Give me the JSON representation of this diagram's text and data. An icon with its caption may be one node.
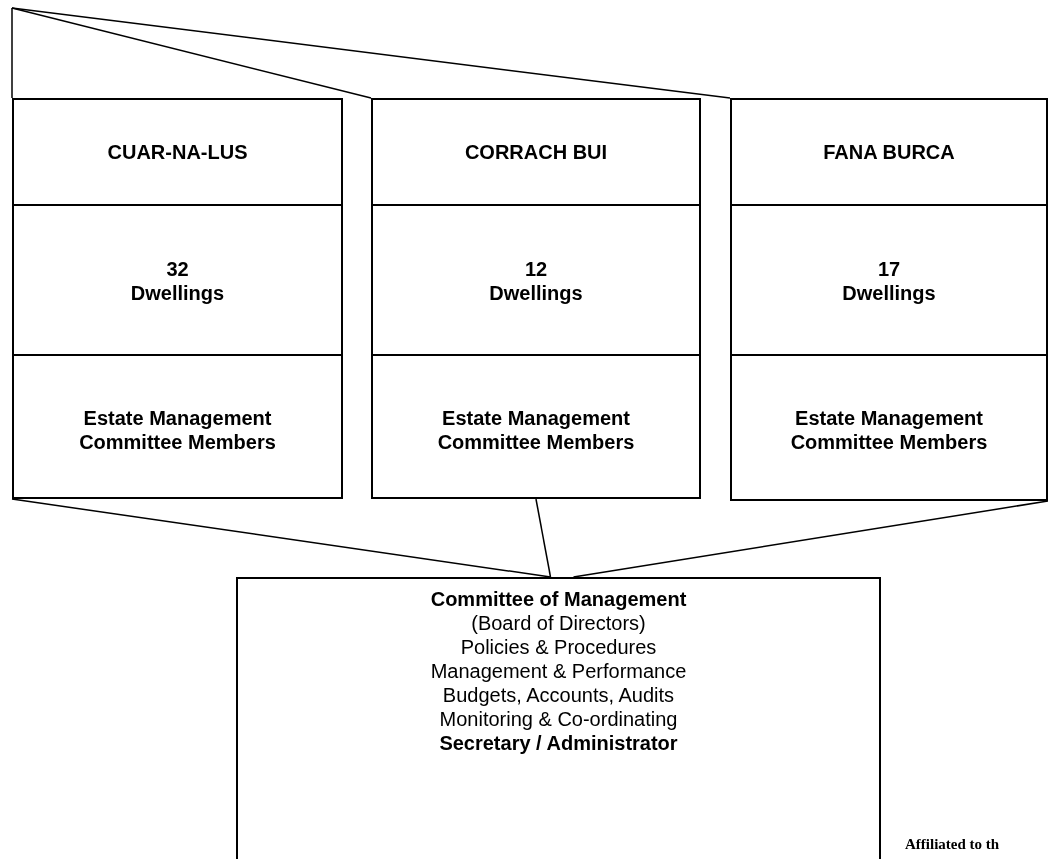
{
  "diagram": {
    "nodes": [
      {
        "text": [
          "CUAR-NA-LUS",
          "32 Dwellings",
          "Estate Management Committee Members"
        ]
      },
      {
        "text": [
          "CORRACH BUI",
          "12 Dwellings",
          "Estate Management Committee Members"
        ]
      },
      {
        "text": [
          "FANA BURCA",
          "17 Dwellings",
          "Estate Management Committee Members"
        ]
      },
      {
        "text": [
          "Committee of Management",
          "(Board of Directors)",
          "Policies & Procedures",
          "Management & Performance",
          "Budgets, Accounts, Audits",
          "Monitoring & Co-ordinating",
          "Secretary / Administrator"
        ]
      }
    ],
    "edges": [
      {
        "from": null,
        "to": 0,
        "arrow": "none"
      },
      {
        "from": null,
        "to": 1,
        "arrow": "none"
      },
      {
        "from": null,
        "to": 2,
        "arrow": "none"
      },
      {
        "from": 0,
        "to": 3,
        "arrow": "none"
      },
      {
        "from": 1,
        "to": 3,
        "arrow": "none"
      },
      {
        "from": 2,
        "to": 3,
        "arrow": "none"
      }
    ],
    "labels": [
      "Affiliated to th"
    ]
  }
}
